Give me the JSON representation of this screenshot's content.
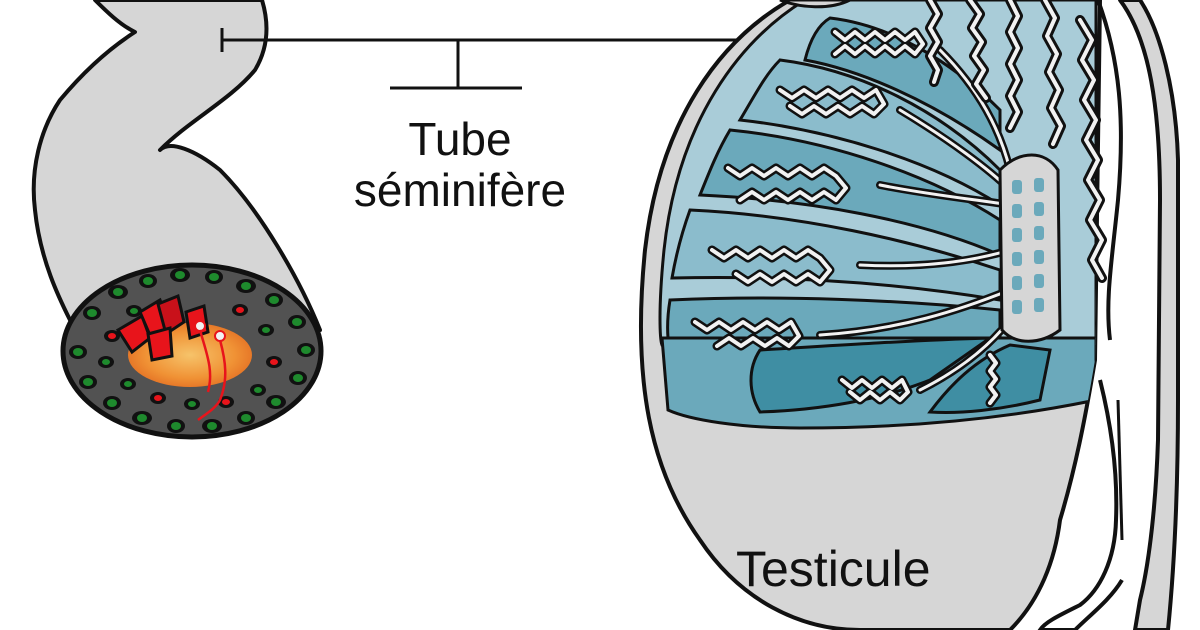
{
  "labels": {
    "tube_line1": "Tube",
    "tube_line2": "séminifère",
    "testicule": "Testicule"
  },
  "colors": {
    "outline": "#111111",
    "gray_tissue": "#d6d6d6",
    "teal_light": "#a9ccd8",
    "teal_mid": "#6ba9bb",
    "teal_dark": "#3f8ea3",
    "cross_section_bg": "#555555",
    "lumen": "#f3a63a",
    "cells_red": "#e8141b",
    "cells_green": "#1e8a2d"
  }
}
